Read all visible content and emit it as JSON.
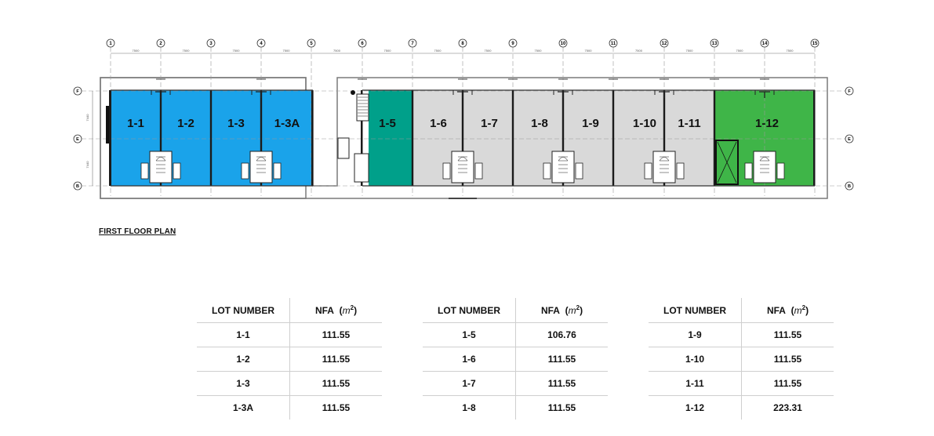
{
  "grid_columns": [
    "1",
    "2",
    "3",
    "4",
    "5",
    "6",
    "7",
    "8",
    "9",
    "10",
    "11",
    "12",
    "13",
    "14",
    "15"
  ],
  "grid_rows": [
    "F",
    "E",
    "B"
  ],
  "bay_dimension": "7500",
  "row_dimension": "7440",
  "plan_title": "FIRST FLOOR PLAN",
  "lots": [
    {
      "label": "1-1",
      "color": "#1aa3ea"
    },
    {
      "label": "1-2",
      "color": "#1aa3ea"
    },
    {
      "label": "1-3",
      "color": "#1aa3ea"
    },
    {
      "label": "1-3A",
      "color": "#1aa3ea"
    },
    {
      "label": "1-5",
      "color": "#00a08a"
    },
    {
      "label": "1-6",
      "color": "#d9d9d9"
    },
    {
      "label": "1-7",
      "color": "#d9d9d9"
    },
    {
      "label": "1-8",
      "color": "#d9d9d9"
    },
    {
      "label": "1-9",
      "color": "#d9d9d9"
    },
    {
      "label": "1-10",
      "color": "#d9d9d9"
    },
    {
      "label": "1-11",
      "color": "#d9d9d9"
    },
    {
      "label": "1-12",
      "color": "#3fb548"
    }
  ],
  "tables": [
    {
      "header_lot": "LOT NUMBER",
      "header_nfa": "NFA",
      "header_unit": "m",
      "header_unit_sup": "2",
      "rows": [
        [
          "1-1",
          "111.55"
        ],
        [
          "1-2",
          "111.55"
        ],
        [
          "1-3",
          "111.55"
        ],
        [
          "1-3A",
          "111.55"
        ]
      ]
    },
    {
      "header_lot": "LOT NUMBER",
      "header_nfa": "NFA",
      "header_unit": "m",
      "header_unit_sup": "2",
      "rows": [
        [
          "1-5",
          "106.76"
        ],
        [
          "1-6",
          "111.55"
        ],
        [
          "1-7",
          "111.55"
        ],
        [
          "1-8",
          "111.55"
        ]
      ]
    },
    {
      "header_lot": "LOT NUMBER",
      "header_nfa": "NFA",
      "header_unit": "m",
      "header_unit_sup": "2",
      "rows": [
        [
          "1-9",
          "111.55"
        ],
        [
          "1-10",
          "111.55"
        ],
        [
          "1-11",
          "111.55"
        ],
        [
          "1-12",
          "223.31"
        ]
      ]
    }
  ]
}
